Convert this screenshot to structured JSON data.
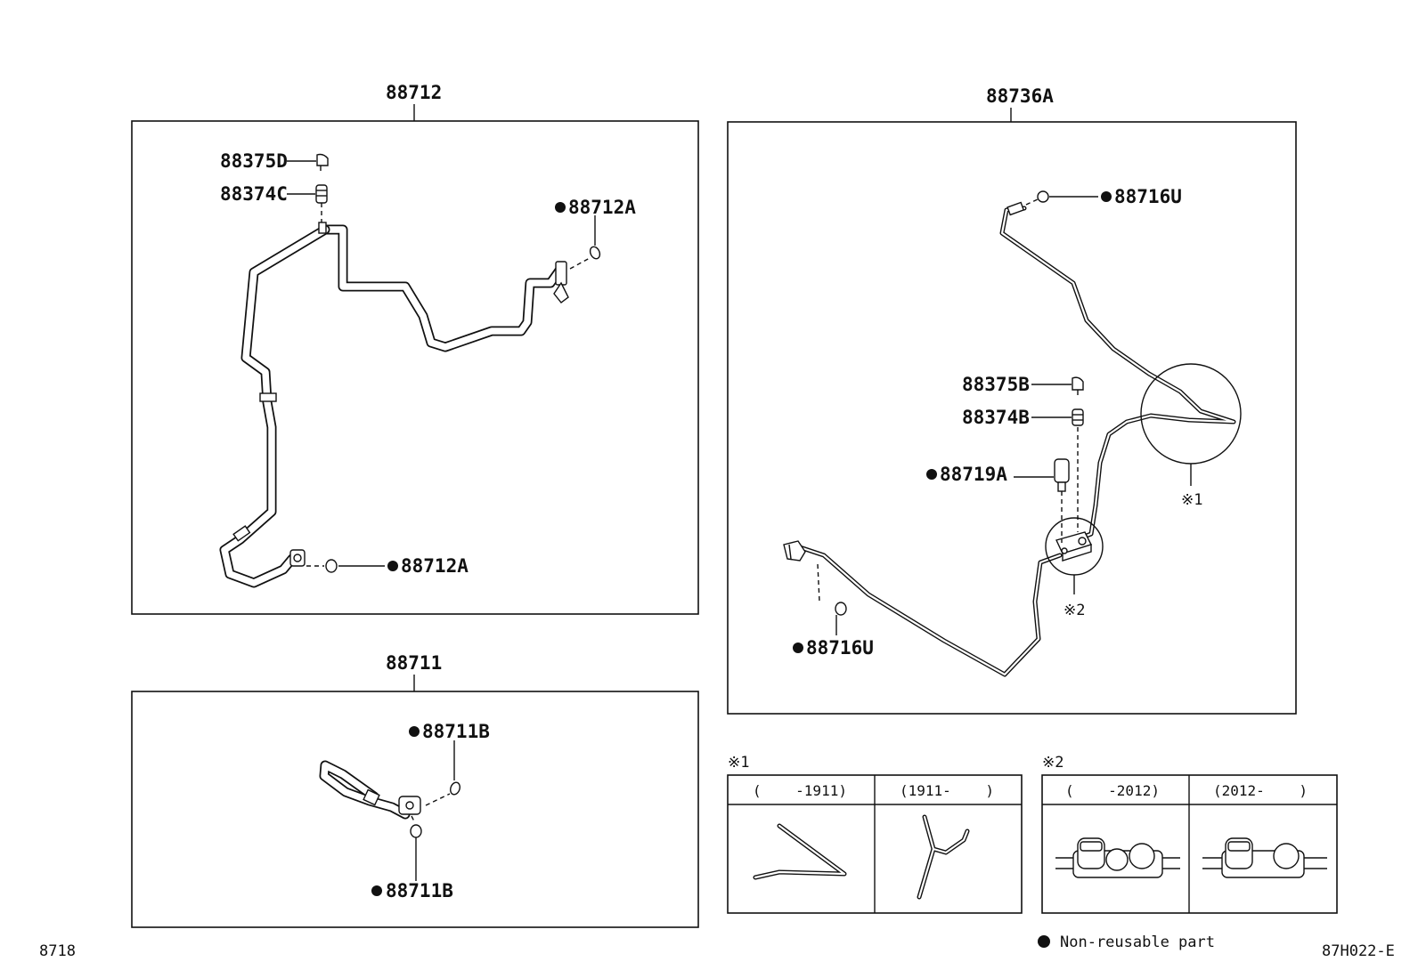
{
  "diagram": {
    "labels": {
      "g88712": "88712",
      "p88375D": "88375D",
      "p88374C": "88374C",
      "p88712A_top": "88712A",
      "p88712A_bottom": "88712A",
      "g88711": "88711",
      "p88711B_top": "88711B",
      "p88711B_bottom": "88711B",
      "g88736A": "88736A",
      "p88716U_top": "88716U",
      "p88375B": "88375B",
      "p88374B": "88374B",
      "p88719A": "88719A",
      "p88716U_bottom": "88716U",
      "callout1": "※1",
      "callout2": "※2"
    },
    "detail1": {
      "title": "※1",
      "col1": "(    -1911)",
      "col2": "(1911-    )"
    },
    "detail2": {
      "title": "※2",
      "col1": "(    -2012)",
      "col2": "(2012-    )"
    },
    "legend": "Non-reusable part",
    "code_left": "8718",
    "code_right": "87H022-E"
  }
}
